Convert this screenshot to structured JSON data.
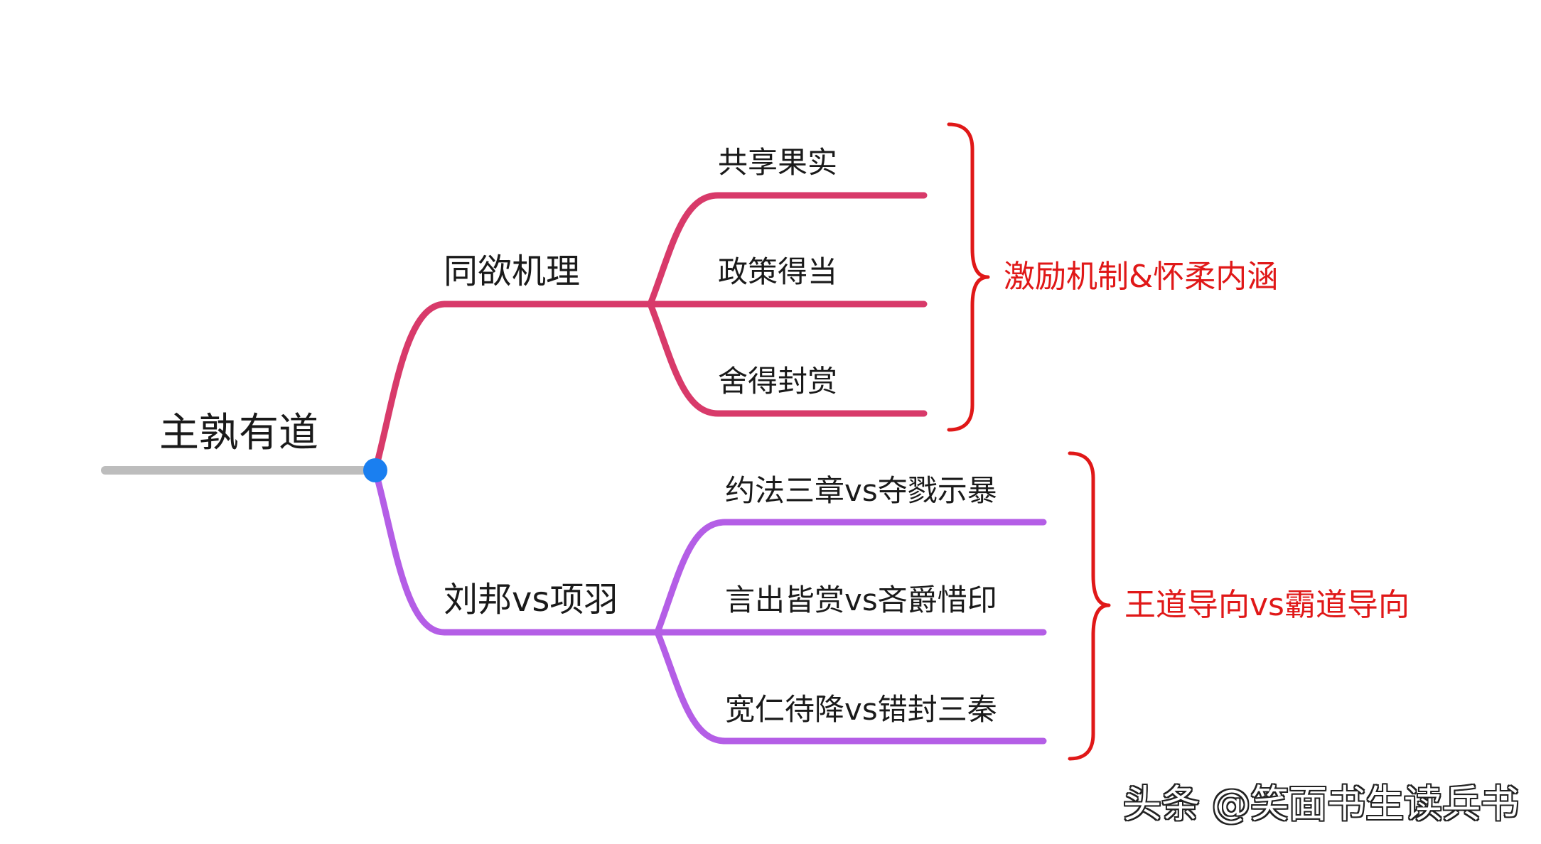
{
  "colors": {
    "root_line": "#bdbdbd",
    "hub_dot": "#1a7ff0",
    "branch_top": "#d83a6a",
    "branch_bottom": "#b45ee6",
    "bracket": "#e01818",
    "note_text": "#e01818"
  },
  "root": {
    "label": "主孰有道"
  },
  "branches": [
    {
      "label": "同欲机理",
      "leaves": [
        {
          "label": "共享果实"
        },
        {
          "label": "政策得当"
        },
        {
          "label": "舍得封赏"
        }
      ],
      "note": "激励机制&怀柔内涵"
    },
    {
      "label": "刘邦vs项羽",
      "leaves": [
        {
          "label": "约法三章vs夺戮示暴"
        },
        {
          "label": "言出皆赏vs吝爵惜印"
        },
        {
          "label": "宽仁待降vs错封三秦"
        }
      ],
      "note": "王道导向vs霸道导向"
    }
  ],
  "watermark": "头条 @笑面书生读兵书"
}
